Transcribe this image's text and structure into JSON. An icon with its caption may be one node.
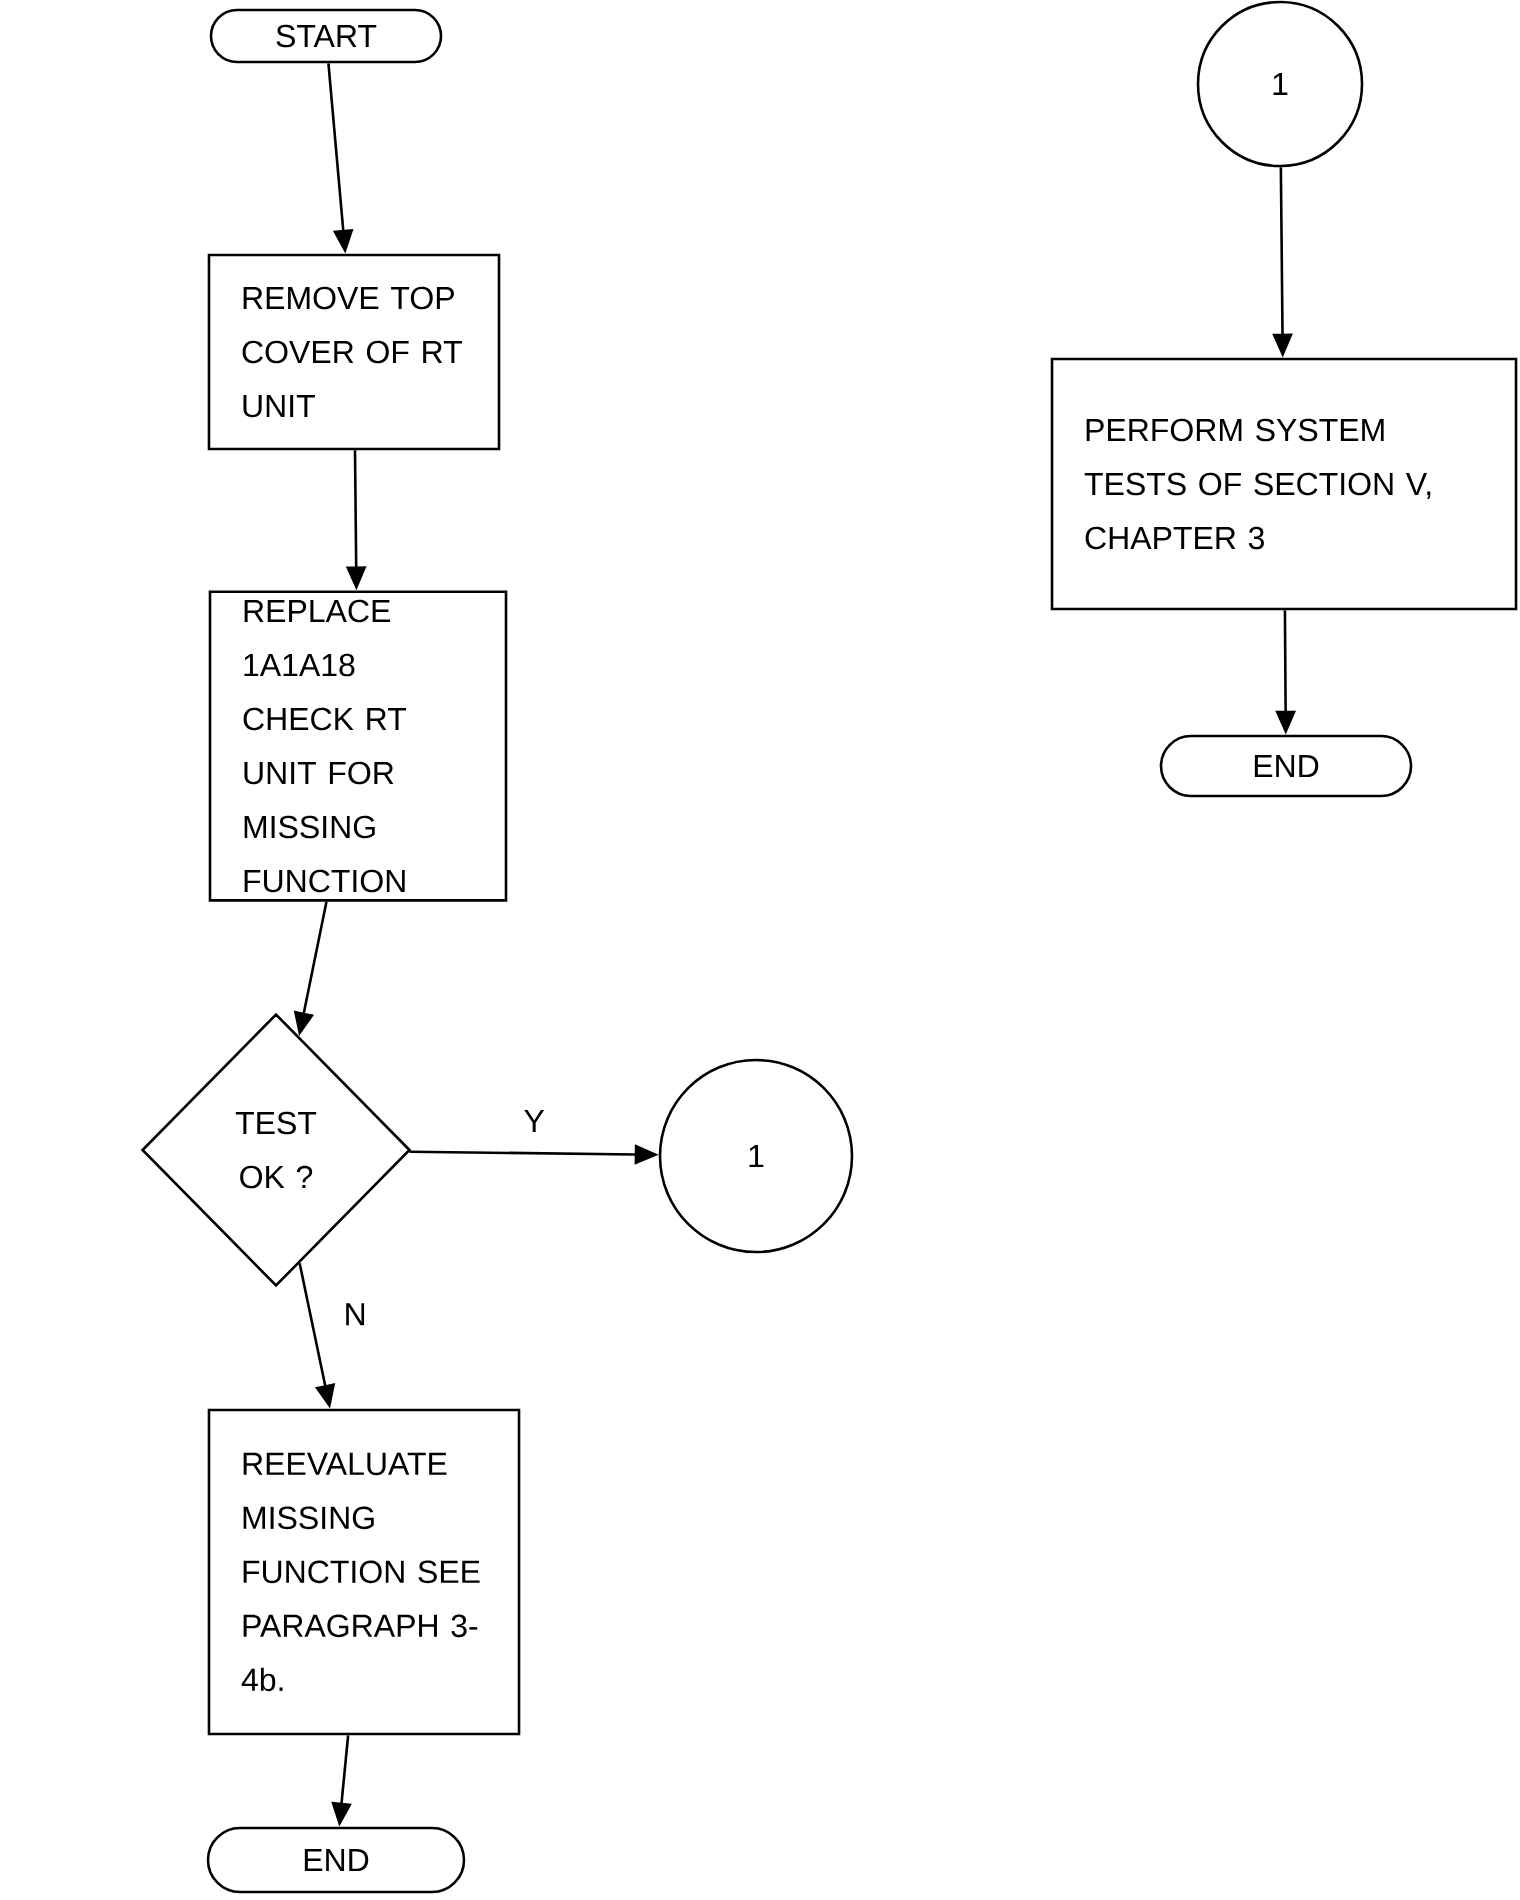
{
  "diagram": {
    "nodes": [
      {
        "text": [
          "START"
        ]
      },
      {
        "text": [
          "REMOVE TOP COVER OF RT UNIT"
        ]
      },
      {
        "text": [
          "REPLACE 1A1A18 CHECK RT UNIT FOR MISSING FUNCTION"
        ]
      },
      {
        "text": [
          "TEST OK ?"
        ]
      },
      {
        "text": [
          "1"
        ]
      },
      {
        "text": [
          "REEVALUATE MISSING FUNCTION SEE PARAGRAPH 3-4b."
        ]
      },
      {
        "text": [
          "END"
        ]
      },
      {
        "text": [
          "1"
        ]
      },
      {
        "text": [
          "PERFORM SYSTEM TESTS OF SECTION V, CHAPTER 3"
        ]
      },
      {
        "text": [
          "END"
        ]
      }
    ],
    "edges": [
      {
        "from": 0,
        "to": 1,
        "arrow": "to"
      },
      {
        "from": 1,
        "to": 2,
        "arrow": "to"
      },
      {
        "from": 2,
        "to": 3,
        "arrow": "to"
      },
      {
        "from": 3,
        "to": 4,
        "arrow": "to",
        "label": "Y"
      },
      {
        "from": 3,
        "to": 5,
        "arrow": "to",
        "label": "N"
      },
      {
        "from": 5,
        "to": 6,
        "arrow": "to"
      },
      {
        "from": 7,
        "to": 8,
        "arrow": "to"
      },
      {
        "from": 8,
        "to": 9,
        "arrow": "to"
      }
    ]
  }
}
